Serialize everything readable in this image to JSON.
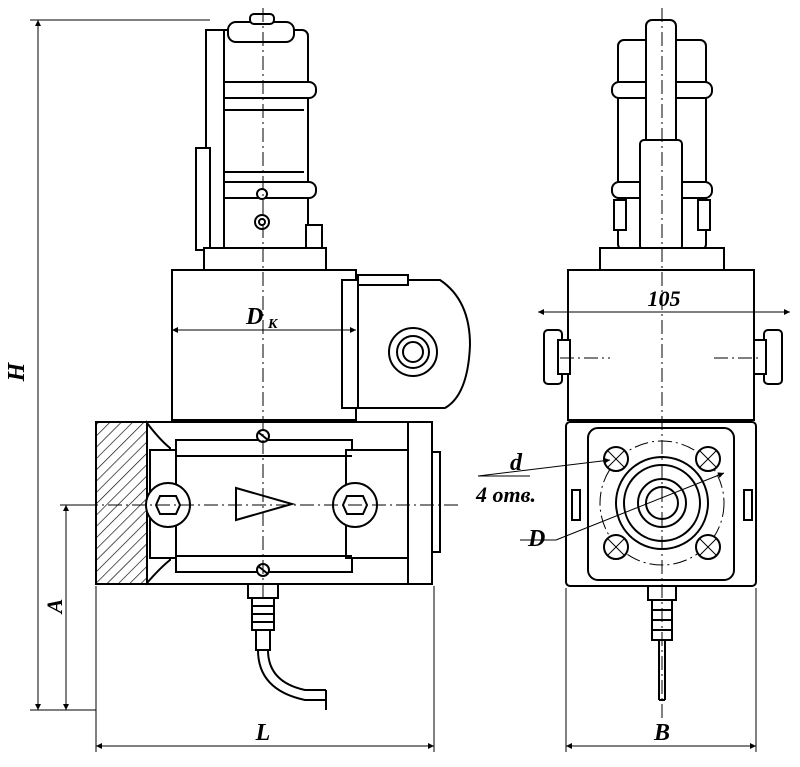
{
  "labels": {
    "height": "H",
    "length": "L",
    "width": "B",
    "axis_height": "A",
    "diameter_small": "d",
    "holes": "4 отв.",
    "diameter": "D",
    "conn_diameter": "D",
    "conn_diameter_sub": "К",
    "dim_105": "105"
  }
}
